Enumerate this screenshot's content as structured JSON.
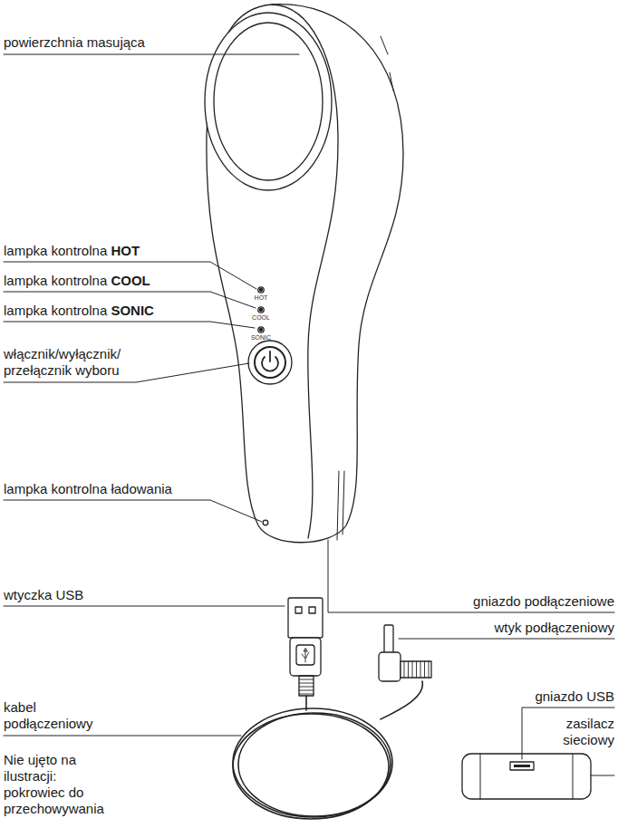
{
  "diagram": {
    "labels": [
      "powierzchnia masująca",
      "lampka kontrolna HOT",
      "lampka kontrolna COOL",
      "lampka kontrolna SONIC",
      "HOT",
      "COOL",
      "SONIC",
      "włącznik/wyłącznik/ przełącznik wyboru",
      "lampka kontrolna ładowania",
      "wtyczka USB",
      "gniazdo podłączeniowe",
      "wtyk podłączeniowy",
      "kabel podłączeniowy",
      "gniazdo USB",
      "zasilacz sieciowy",
      "Nie ujęto na ilustracji: pokrowiec do przechowywania"
    ]
  }
}
